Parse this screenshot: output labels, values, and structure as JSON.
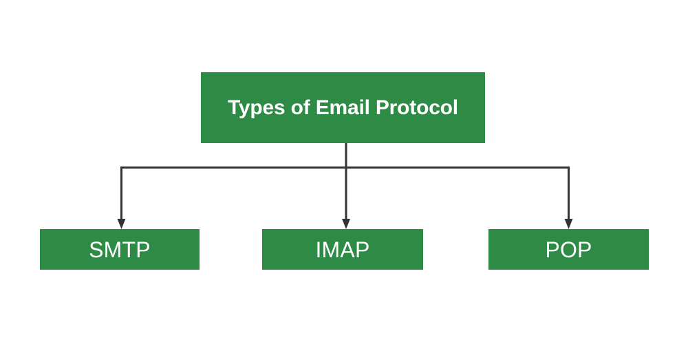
{
  "diagram": {
    "type": "tree-hierarchy",
    "title": "Types of Email Protocol",
    "background_color": "#FFFFFF",
    "node_color": "#2E8B46",
    "node_text_color": "#FFFFFF",
    "connector_color": "#333333",
    "root": {
      "label": "Types of Email Protocol"
    },
    "children": [
      {
        "id": "smtp",
        "label": "SMTP"
      },
      {
        "id": "imap",
        "label": "IMAP"
      },
      {
        "id": "pop",
        "label": "POP"
      }
    ],
    "connectors": [
      {
        "name": "root-to-bus",
        "from": "root",
        "to": "bus"
      },
      {
        "name": "bus-to-smtp",
        "from": "bus",
        "to": "smtp",
        "arrowhead": "down-arrow-icon"
      },
      {
        "name": "bus-to-imap",
        "from": "bus",
        "to": "imap",
        "arrowhead": "down-arrow-icon"
      },
      {
        "name": "bus-to-pop",
        "from": "bus",
        "to": "pop",
        "arrowhead": "down-arrow-icon"
      }
    ]
  }
}
